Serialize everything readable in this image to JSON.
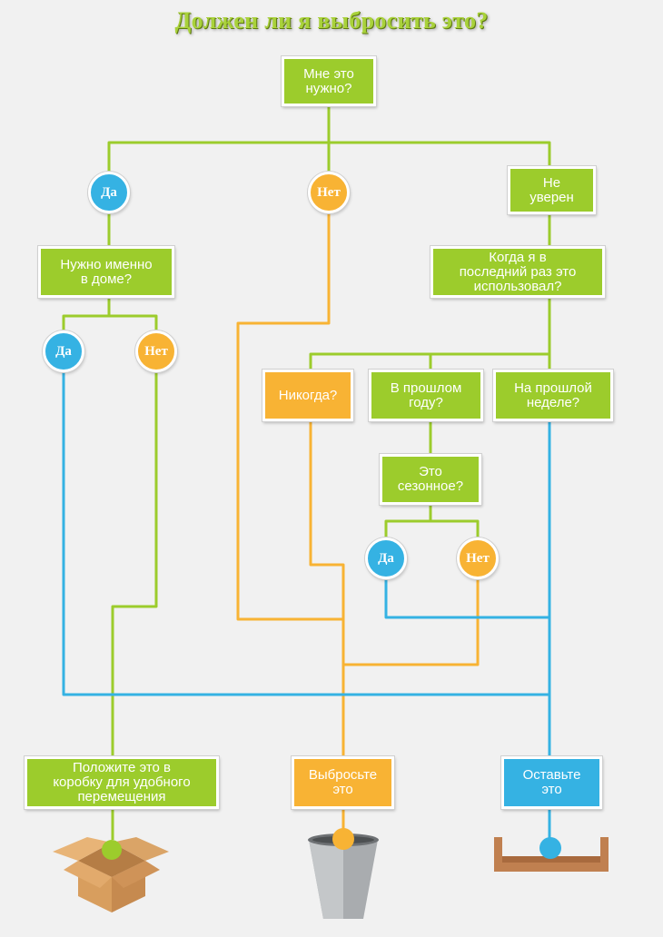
{
  "title": "Должен ли я выбросить это?",
  "nodes": {
    "need": "Мне это\nнужно?",
    "unsure": "Не\nуверен",
    "at_home": "Нужно именно\nв доме?",
    "last_used": "Когда я в\nпоследний раз это\nиспользовал?",
    "never": "Никогда?",
    "last_year": "В прошлом\nгоду?",
    "last_week": "На прошлой\nнеделе?",
    "seasonal": "Это\nсезонное?",
    "box_it": "Положите это в\nкоробку для удобного\nперемещения",
    "throw": "Выбросьте\nэто",
    "keep": "Оставьте\nэто"
  },
  "answers": {
    "yes": "Да",
    "no": "Нет"
  },
  "colors": {
    "green": "#9ccc2c",
    "orange": "#f8b334",
    "blue": "#35b2e3",
    "title": "#a9d23a"
  },
  "icons": [
    "cardboard-box-icon",
    "trash-bin-icon",
    "shelf-icon"
  ]
}
